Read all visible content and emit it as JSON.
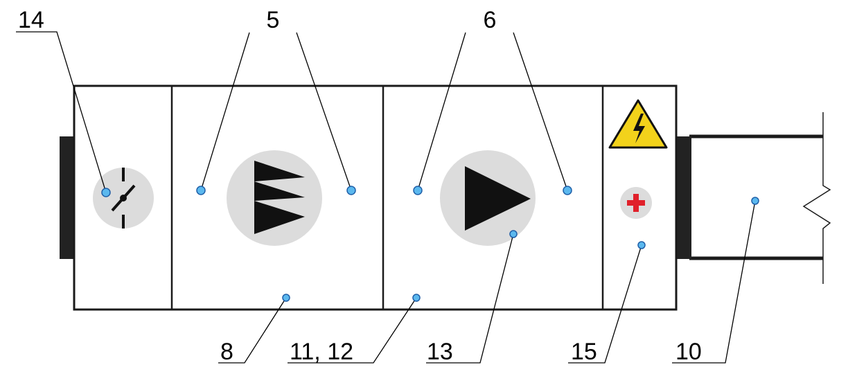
{
  "labels": {
    "damper": "14",
    "filter": "5",
    "fan": "6",
    "casing_filter": "8",
    "casing_fan": "11, 12",
    "fan_symbol": "13",
    "heater": "15",
    "duct": "10"
  },
  "colors": {
    "line": "#000000",
    "frame": "#1a1a1a",
    "symbol_bg": "#dcdcdc",
    "marker_fill": "#5bb8ee",
    "marker_stroke": "#1f5fa8",
    "warning_yellow": "#f2d21b",
    "plus_red": "#e0202a"
  },
  "icons": {
    "damper": "damper-icon",
    "filter": "filter-icon",
    "fan": "fan-icon",
    "warning": "electrical-warning-icon",
    "heater": "heater-plus-icon",
    "duct_break": "break-line-icon"
  }
}
